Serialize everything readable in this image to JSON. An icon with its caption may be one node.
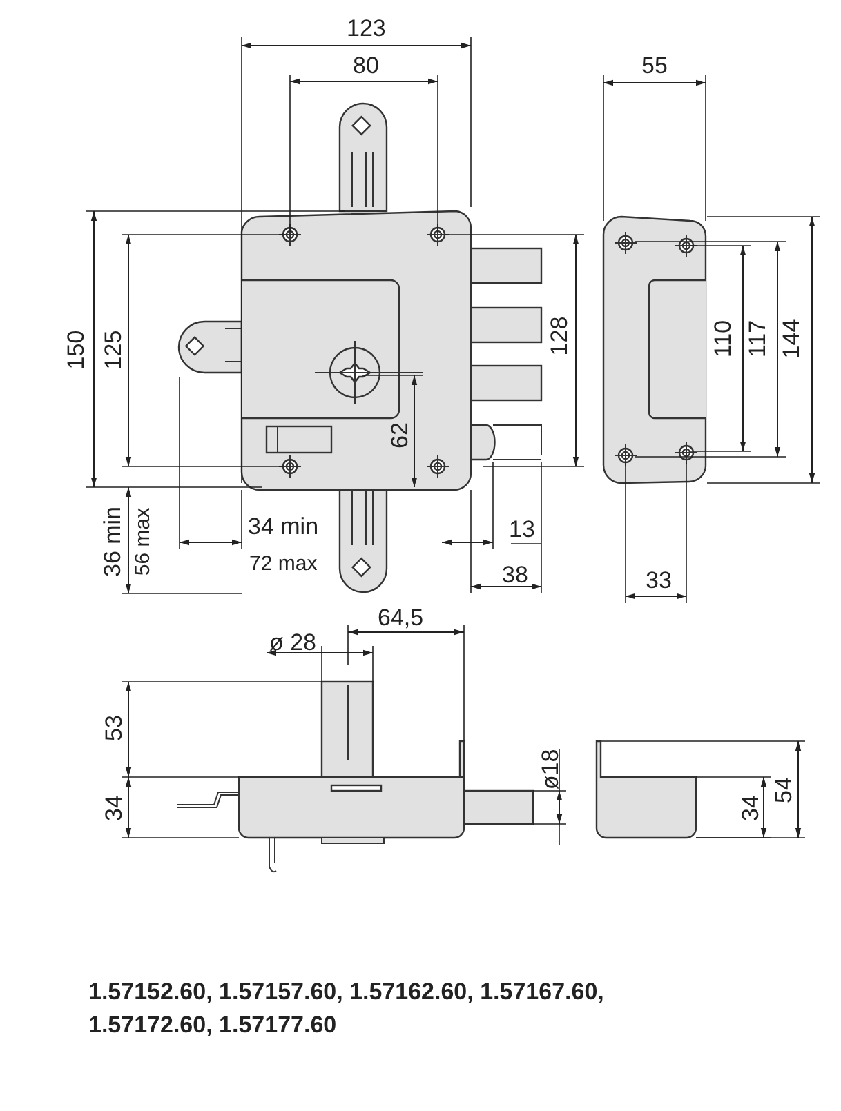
{
  "diagram": {
    "caption": "1.57152.60, 1.57157.60, 1.57162.60, 1.57167.60, 1.57172.60, 1.57177.60",
    "labels": [
      "123",
      "80",
      "55",
      "150",
      "125",
      "128",
      "110",
      "117",
      "144",
      "62",
      "36 min",
      "56 max",
      "34 min",
      "72 max",
      "13",
      "38",
      "33",
      "ø 28",
      "64,5",
      "53",
      "ø18",
      "34",
      "34",
      "54"
    ]
  }
}
